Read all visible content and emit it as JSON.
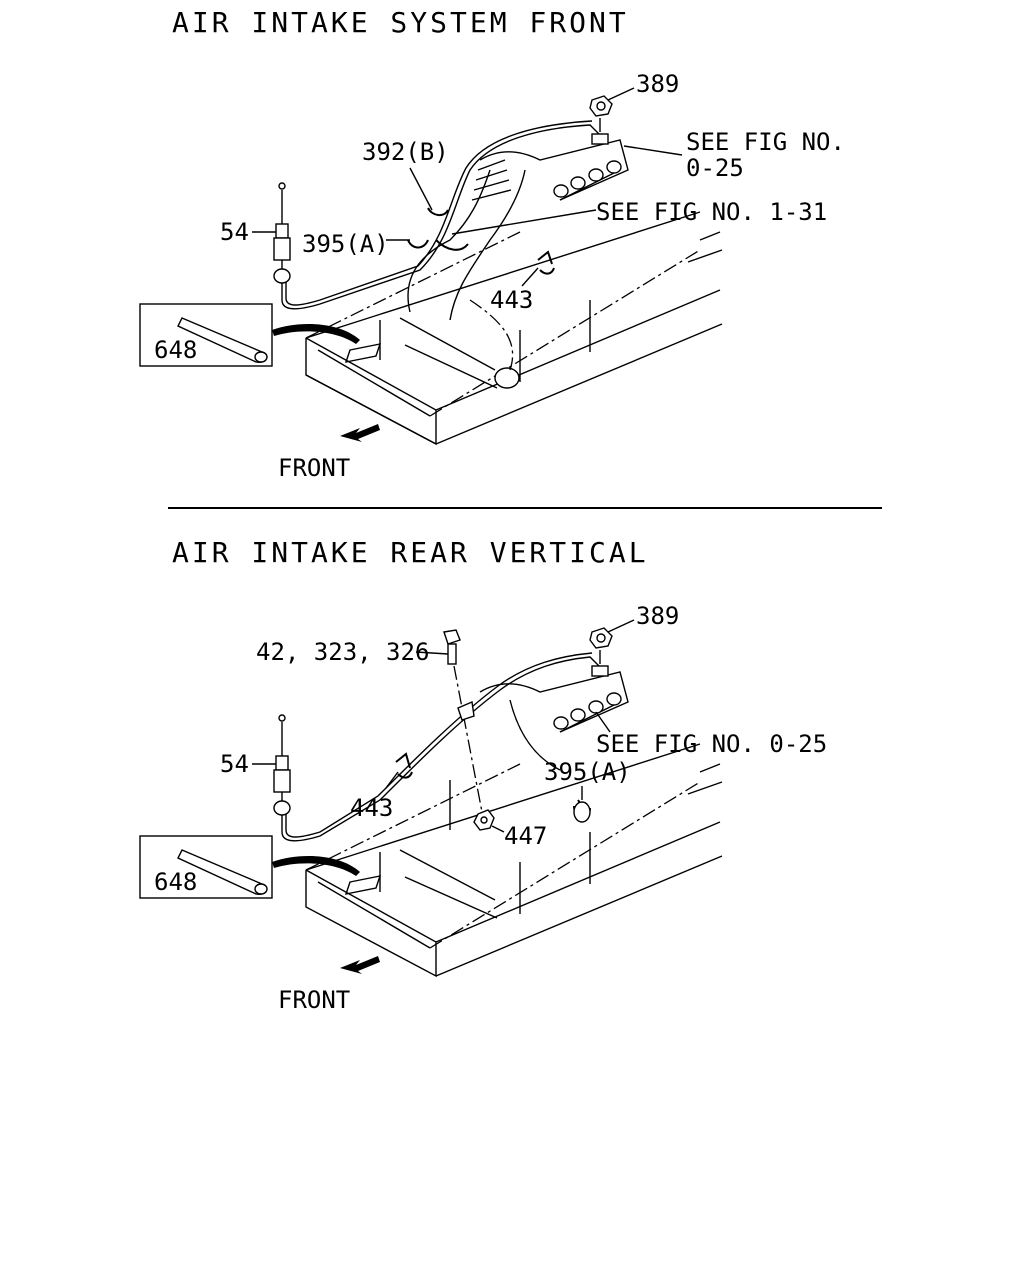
{
  "sections": [
    {
      "title": "AIR INTAKE SYSTEM FRONT",
      "front": "FRONT",
      "labels": {
        "p389": "389",
        "ref1a": "SEE FIG NO.",
        "ref1b": "0-25",
        "p392": "392(B)",
        "ref2": "SEE FIG NO. 1-31",
        "p54": "54",
        "p395": "395(A)",
        "p443": "443",
        "p648": "648"
      }
    },
    {
      "title": "AIR INTAKE REAR VERTICAL",
      "front": "FRONT",
      "labels": {
        "p389": "389",
        "p42": "42, 323, 326",
        "p54": "54",
        "ref": "SEE FIG NO. 0-25",
        "p395": "395(A)",
        "p443": "443",
        "p447": "447",
        "p648": "648"
      }
    }
  ],
  "colors": {
    "ink": "#000000",
    "paper": "#ffffff"
  }
}
